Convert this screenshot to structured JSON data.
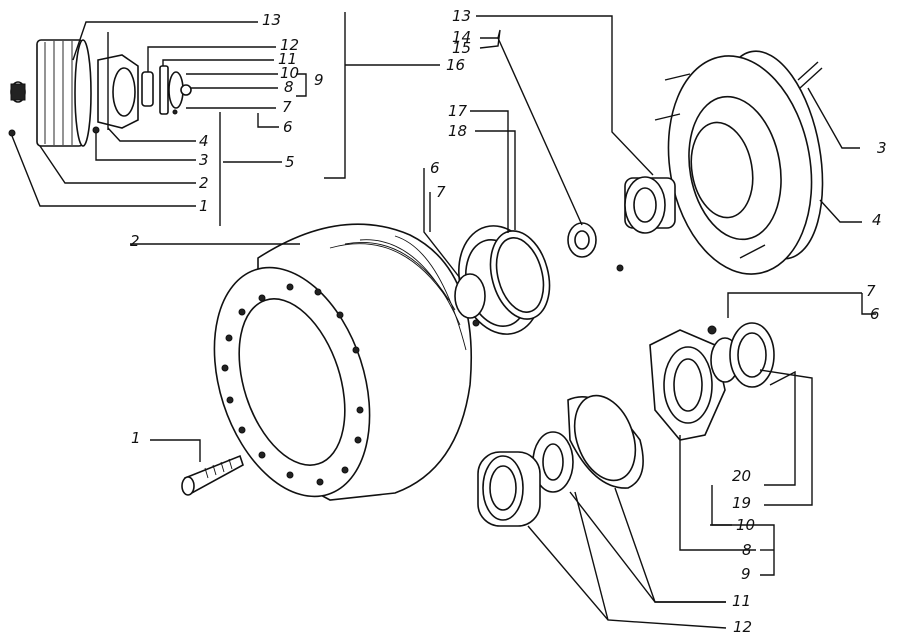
{
  "labels": {
    "l13_top": "13",
    "l12_top": "12",
    "l11_top": "11",
    "l10_top": "10",
    "l8_top": "8",
    "l9_top": "9",
    "l7_top": "7",
    "l6_top": "6",
    "l4_left": "4",
    "l3_left": "3",
    "l2_left": "2",
    "l1_left": "1",
    "l5": "5",
    "l16": "16",
    "l13_mid": "13",
    "l14": "14",
    "l15": "15",
    "l17": "17",
    "l18": "18",
    "l6_mid": "6",
    "l7_mid": "7",
    "l2_drum": "2",
    "l3_right": "3",
    "l4_right": "4",
    "l7_right": "7",
    "l6_right": "6",
    "l1_bolt": "1",
    "l20": "20",
    "l19": "19",
    "l10_bot": "10",
    "l8_bot": "8",
    "l9_bot": "9",
    "l11_bot": "11",
    "l12_bot": "12"
  }
}
